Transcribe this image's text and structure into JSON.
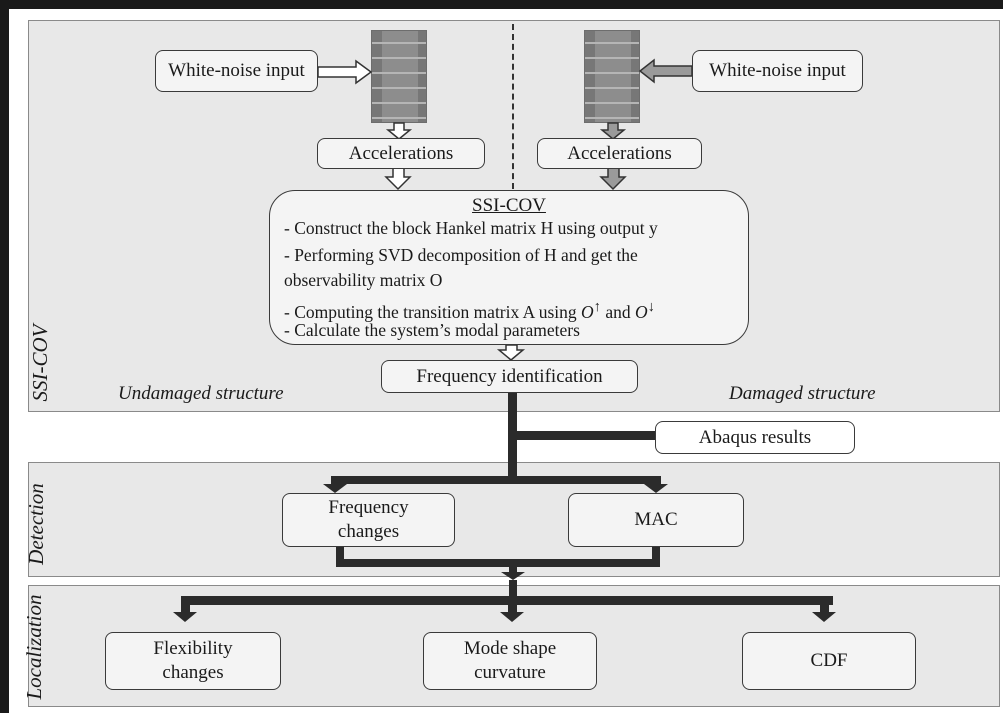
{
  "panels": {
    "ssi_label": "SSI-COV",
    "detection_label": "Detection",
    "localization_label": "Localization"
  },
  "ssi_section": {
    "left_input": "White-noise input",
    "right_input": "White-noise input",
    "left_accel": "Accelerations",
    "right_accel": "Accelerations",
    "undamaged_caption": "Undamaged structure",
    "damaged_caption": "Damaged structure",
    "process_box": {
      "title": "SSI-COV",
      "line1": "- Construct the block Hankel matrix H using output y",
      "line2": "- Performing SVD decomposition of H and get the",
      "line3": "observability matrix O",
      "line4_text": "- Computing the transition matrix A using ",
      "line4_sym1": "O",
      "line4_sup1": "↑",
      "line4_and": " and ",
      "line4_sym2": "O",
      "line4_sup2": "↓",
      "line5": "- Calculate the system’s modal parameters"
    },
    "frequency_identification": "Frequency identification"
  },
  "abaqus_results": "Abaqus results",
  "detection": {
    "frequency_changes": "Frequency changes",
    "mac": "MAC"
  },
  "localization": {
    "flexibility_changes": "Flexibility changes",
    "mode_shape_curvature": "Mode shape curvature",
    "cdf": "CDF"
  },
  "colors": {
    "panel_fill": "#e8e8e8",
    "box_fill": "#f4f4f4",
    "connector": "#2b2b2b",
    "building": "#8d8d8d"
  }
}
